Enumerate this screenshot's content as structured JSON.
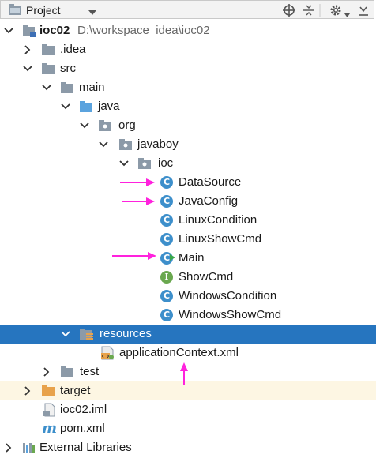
{
  "toolbar": {
    "title": "Project"
  },
  "tree": {
    "root": {
      "name": "ioc02",
      "path": "D:\\workspace_idea\\ioc02"
    },
    "idea": ".idea",
    "src": "src",
    "main": "main",
    "java": "java",
    "org": "org",
    "javaboy": "javaboy",
    "ioc": "ioc",
    "classes": {
      "datasource": "DataSource",
      "javaconfig": "JavaConfig",
      "linuxcondition": "LinuxCondition",
      "linuxshowcmd": "LinuxShowCmd",
      "main": "Main",
      "showcmd": "ShowCmd",
      "windowscondition": "WindowsCondition",
      "windowsshowcmd": "WindowsShowCmd"
    },
    "class_icon_letter": "C",
    "interface_icon_letter": "I",
    "resources": "resources",
    "appcontext": "applicationContext.xml",
    "test": "test",
    "target": "target",
    "iml": "ioc02.iml",
    "pom": "pom.xml",
    "external": "External Libraries"
  },
  "colors": {
    "selection": "#2675bf",
    "annotation_arrow": "#ff22dd",
    "folder": "#8c9aa8",
    "source_folder": "#5ba3de",
    "target_folder": "#e8a24b",
    "class": "#3d8fcb",
    "interface": "#6aa84f"
  }
}
